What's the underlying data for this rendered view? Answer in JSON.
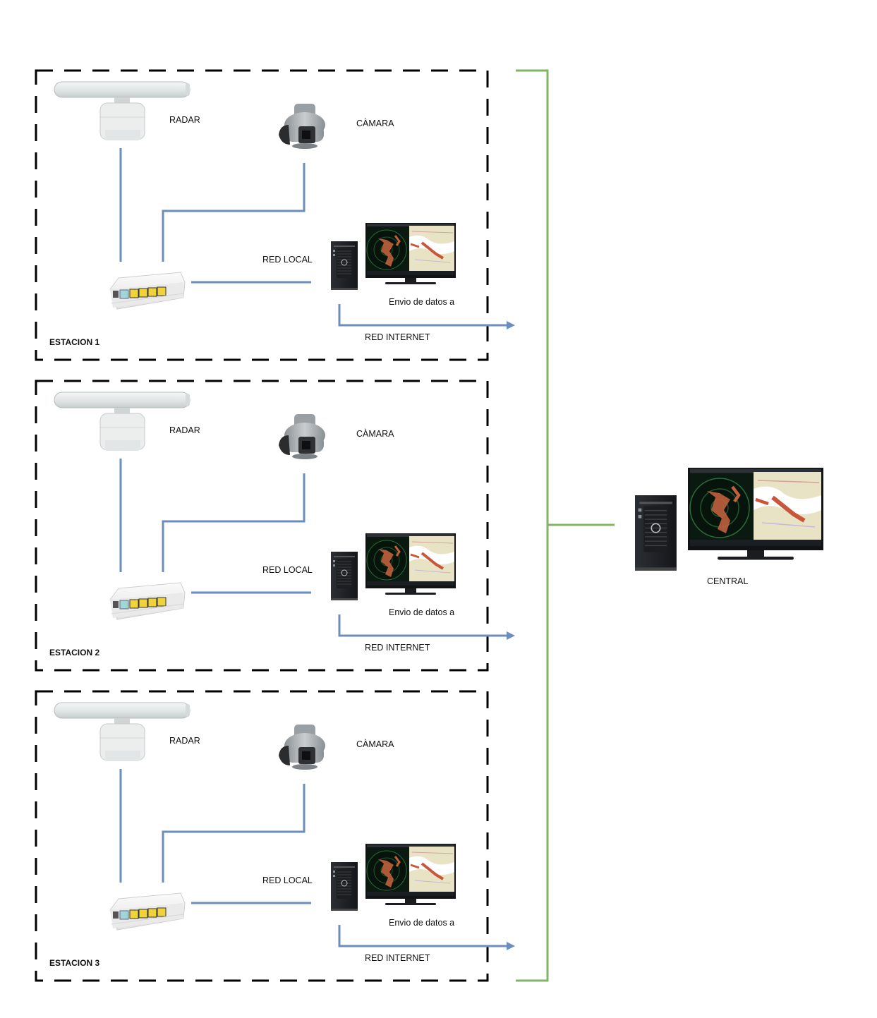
{
  "labels": {
    "radar": "RADAR",
    "camera": "CÀMARA",
    "local_network": "RED LOCAL",
    "send_data": "Envio de datos a",
    "internet": "RED INTERNET",
    "central": "CENTRAL"
  },
  "stations": [
    {
      "name": "ESTACION 1"
    },
    {
      "name": "ESTACION 2"
    },
    {
      "name": "ESTACION 3"
    }
  ],
  "colors": {
    "link_blue": "#6c8ebf",
    "trunk_green": "#82b366",
    "boundary": "#000000"
  },
  "icons": {
    "radar": "radar-antenna-icon",
    "camera": "ptz-camera-icon",
    "switch": "network-switch-icon",
    "workstation": "tower-pc-icon",
    "monitor": "radar-display-monitor-icon"
  }
}
